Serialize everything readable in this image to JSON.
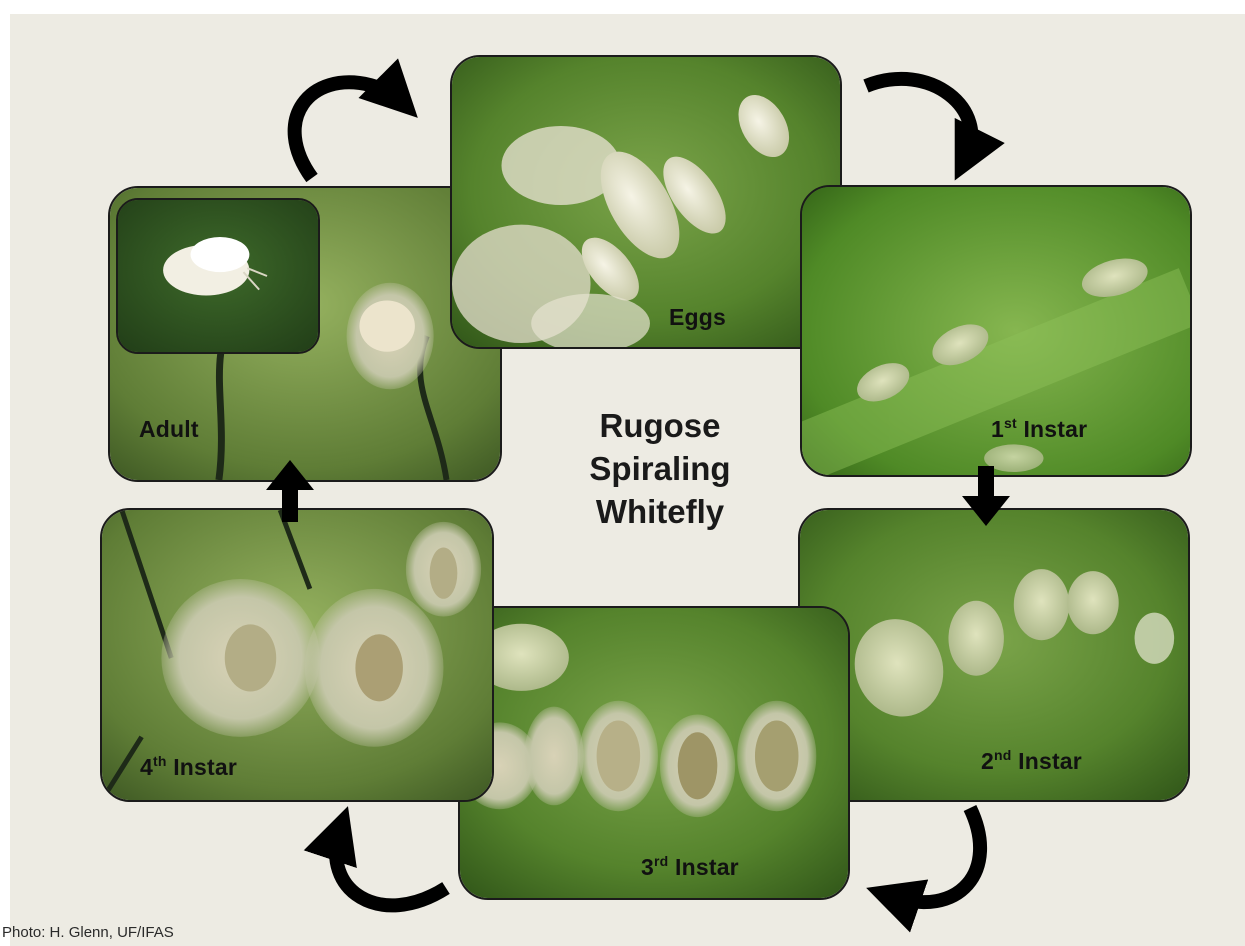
{
  "title": {
    "lines": [
      "Rugose",
      "Spiraling",
      "Whitefly"
    ]
  },
  "stages": {
    "eggs": {
      "label": "Eggs"
    },
    "first": {
      "num": "1",
      "sup": "st",
      "word": "Instar"
    },
    "second": {
      "num": "2",
      "sup": "nd",
      "word": "Instar"
    },
    "third": {
      "num": "3",
      "sup": "rd",
      "word": "Instar"
    },
    "fourth": {
      "num": "4",
      "sup": "th",
      "word": "Instar"
    },
    "adult": {
      "label": "Adult"
    }
  },
  "credit": "Photo: H. Glenn, UF/IFAS",
  "colors": {
    "panel_bg": "#edebe3",
    "leaf_green": "#5e8a34",
    "arrow": "#000000"
  }
}
